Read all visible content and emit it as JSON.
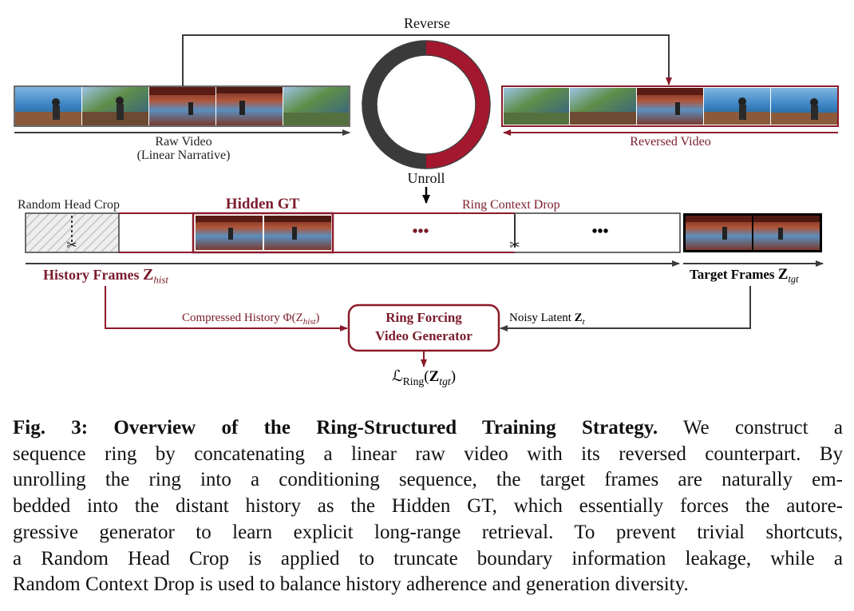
{
  "colors": {
    "maroon": "#8b1a2b",
    "dark": "#3c3c3c",
    "ring_left": "#3a3a3a",
    "ring_right": "#a3182e"
  },
  "diagram": {
    "reverse_label": "Reverse",
    "raw_video_label": "Raw Video",
    "raw_video_sublabel": "(Linear Narrative)",
    "reversed_video_label": "Reversed Video",
    "unroll_label": "Unroll",
    "random_head_crop_label": "Random Head Crop",
    "hidden_gt_label": "Hidden GT",
    "ring_context_drop_label": "Ring Context Drop",
    "ellipsis": "•••",
    "history_frames_label": "History Frames",
    "history_frames_math": "Z",
    "history_frames_sub": "hist",
    "target_frames_label": "Target Frames",
    "target_frames_math": "Z",
    "target_frames_sub": "tgt",
    "compressed_history_label": "Compressed History",
    "compressed_history_math": "Φ(Z",
    "compressed_history_sub": "hist",
    "noisy_latent_label": "Noisy Latent",
    "noisy_latent_math": "Z",
    "noisy_latent_sub": "t",
    "generator_line1": "Ring Forcing",
    "generator_line2": "Video Generator",
    "loss_symbol": "ℒ",
    "loss_sub": "Ring",
    "loss_arg": "Z",
    "loss_arg_sub": "tgt"
  },
  "caption": {
    "head": "Fig. 3: Overview of the Ring-Structured Training Strategy.",
    "lines": [
      " We construct a",
      "sequence ring by concatenating a linear raw video with its reversed counterpart. By",
      "unrolling the ring into a conditioning sequence, the target frames are naturally em-",
      "bedded into the distant history as the Hidden GT, which essentially forces the autore-",
      "gressive generator to learn explicit long-range retrieval. To prevent trivial shortcuts,",
      "a Random Head Crop is applied to truncate boundary information leakage, while a",
      "Random Context Drop is used to balance history adherence and generation diversity."
    ]
  }
}
